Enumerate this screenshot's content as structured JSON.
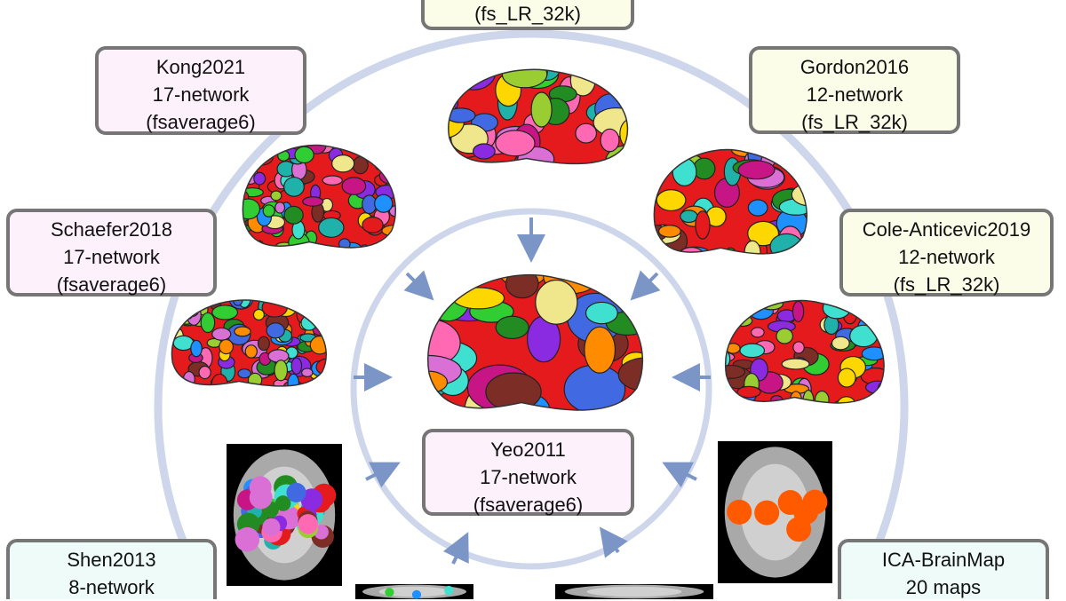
{
  "atlases": {
    "top": {
      "lines": [
        "(fs_LR_32k)"
      ]
    },
    "kong": {
      "lines": [
        "Kong2021",
        "17-network",
        "(fsaverage6)"
      ]
    },
    "gordon": {
      "lines": [
        "Gordon2016",
        "12-network",
        "(fs_LR_32k)"
      ]
    },
    "schaefer": {
      "lines": [
        "Schaefer2018",
        "17-network",
        "(fsaverage6)"
      ]
    },
    "cole": {
      "lines": [
        "Cole-Anticevic2019",
        "12-network",
        "(fs_LR_32k)"
      ]
    },
    "yeo": {
      "lines": [
        "Yeo2011",
        "17-network",
        "(fsaverage6)"
      ]
    },
    "shen": {
      "lines": [
        "Shen2013",
        "8-network"
      ]
    },
    "ica": {
      "lines": [
        "ICA-BrainMap",
        "20 maps"
      ]
    }
  },
  "colors": {
    "ring": "#cdd6ea",
    "arrow": "#7b96c6",
    "box_border": "#767676",
    "pink_box": "#fdf1fb",
    "yellow_box": "#fcfde9",
    "cyan_box": "#effbf8",
    "parcel_palette": [
      "#e41a1c",
      "#8a2be2",
      "#ffd700",
      "#20b2aa",
      "#ff8c00",
      "#1e90ff",
      "#32cd32",
      "#ff69b4",
      "#7b2d26",
      "#40e0d0",
      "#9acd32",
      "#c71585",
      "#4169e1",
      "#f0e68c",
      "#228b22",
      "#da70d6"
    ]
  }
}
